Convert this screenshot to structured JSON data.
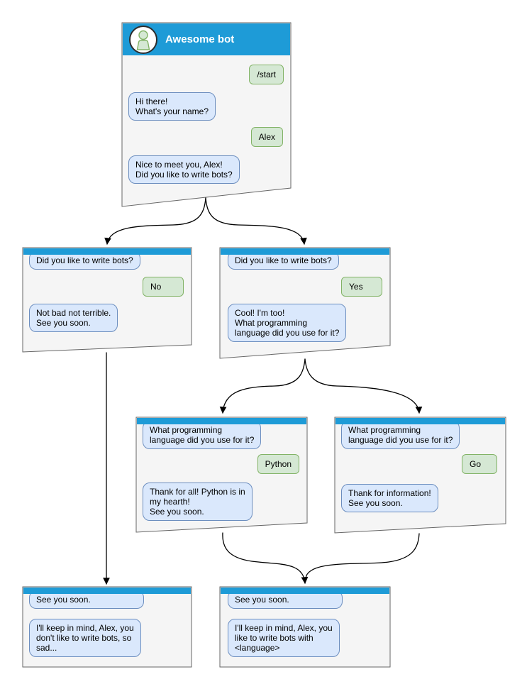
{
  "colors": {
    "header_blue": "#1e9bd7",
    "window_fill": "#f5f5f5",
    "window_border": "#666666",
    "bot_bubble_fill": "#dae8fc",
    "bot_bubble_border": "#6c8ebf",
    "user_bubble_fill": "#d5e8d4",
    "user_bubble_border": "#82b366"
  },
  "root_window": {
    "title": "Awesome bot",
    "messages": {
      "start": "/start",
      "greeting": "Hi there!\nWhat's your name?",
      "name": "Alex",
      "question": "Nice to meet you, Alex!\nDid you like to write bots?"
    }
  },
  "branch_no": {
    "messages": {
      "question": "Did you like to write bots?",
      "answer": "No",
      "reply": "Not bad not terrible.\nSee you soon."
    }
  },
  "branch_yes": {
    "messages": {
      "question": "Did you like to write bots?",
      "answer": "Yes",
      "reply": "Cool! I'm too!\nWhat programming\nlanguage did you use for it?"
    }
  },
  "branch_python": {
    "messages": {
      "question": "What programming\nlanguage did you use for it?",
      "answer": "Python",
      "reply": "Thank for all! Python is in\nmy hearth!\nSee you soon."
    }
  },
  "branch_go": {
    "messages": {
      "question": "What programming\nlanguage did you use for it?",
      "answer": "Go",
      "reply": "Thank for information!\nSee you soon."
    }
  },
  "end_no": {
    "messages": {
      "question": "See you soon.",
      "reply": "I'll keep in mind, Alex, you\ndon't like to write bots, so\nsad..."
    }
  },
  "end_yes": {
    "messages": {
      "question": "See you soon.",
      "reply": "I'll keep in mind, Alex, you\nlike to write bots with\n<language>"
    }
  }
}
